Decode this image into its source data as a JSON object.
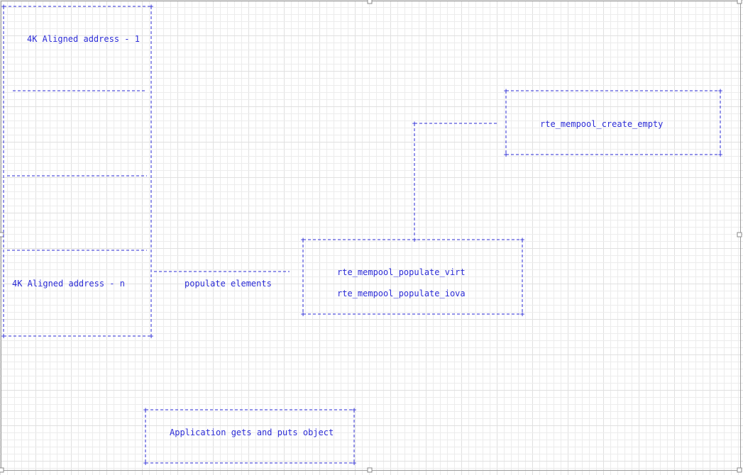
{
  "diagram": {
    "blocks": {
      "aligned_first": "4K Aligned address - 1",
      "aligned_last": "4K Aligned address - n",
      "create_empty": "rte_mempool_create_empty",
      "populate_virt": "rte_mempool_populate_virt",
      "populate_iova": "rte_mempool_populate_iova",
      "application": "Application gets and puts object"
    },
    "edges": {
      "populate_label": "populate elements"
    }
  },
  "colors": {
    "ink": "#2b2bd6",
    "grid": "#ececec",
    "background": "#ffffff"
  }
}
